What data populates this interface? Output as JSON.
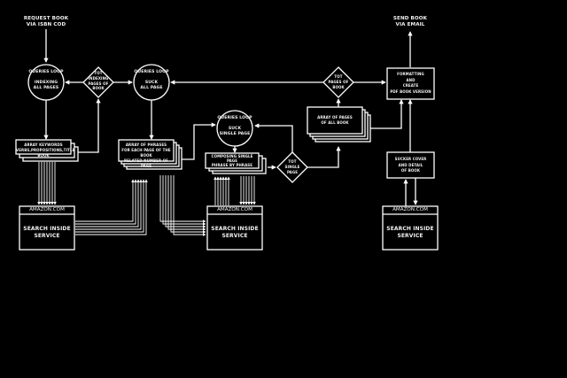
{
  "diagram": {
    "colors": {
      "background": "#000000",
      "stroke": "#ffffff",
      "text": "#f2f2f2"
    },
    "terminals": {
      "start": "Request Book\nvia ISBN COD",
      "end": "Send Book\nvia Email"
    },
    "loops": {
      "indexing": "Queries Loop\n\nIndexing\nAll Pages",
      "suck_all": "Queries Loop\n\nSuck\nAll Page",
      "suck_single": "Queries Loop\n\nSuck\nSingle Page"
    },
    "decisions": {
      "tot_indexing": "Tot\nIndexing\nPages of\nBook",
      "tot_single": "Tot\nSingle\nPage",
      "tot_pages": "Tot\nPages of\nBook"
    },
    "stacks": {
      "keywords": "Array Keywords\nVerbs,Propositions,Title Book",
      "phrases": "Array of Phrases\nfor each page of the book\nrelated number of page",
      "composing": "Composing Single\nPage\nPhrase by Phrase",
      "pages": "Array of Pages\nof All Book"
    },
    "processes": {
      "formatting": "Formatting\nand\nCreate\nPDF Book Version",
      "cover": "Sucker Cover\nand Detail\nof Book"
    },
    "services": [
      {
        "header": "AMAZON.COM",
        "body": "Search Inside\nService"
      },
      {
        "header": "AMAZON.COM",
        "body": "Search Inside\nService"
      },
      {
        "header": "AMAZON.COM",
        "body": "Search Inside\nService"
      }
    ]
  }
}
